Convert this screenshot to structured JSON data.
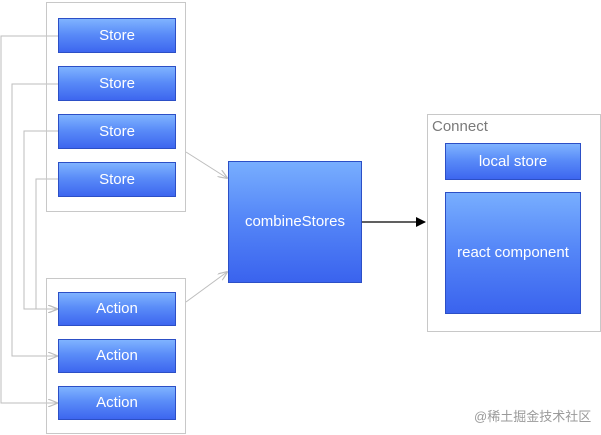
{
  "diagram": {
    "stores": [
      "Store",
      "Store",
      "Store",
      "Store"
    ],
    "actions": [
      "Action",
      "Action",
      "Action"
    ],
    "combine": "combineStores",
    "connect": {
      "title": "Connect",
      "local_store": "local store",
      "component": "react component"
    }
  },
  "watermark": "@稀土掘金技术社区",
  "colors": {
    "box_fill_top": "#7fb3ff",
    "box_fill_bottom": "#3d66ef",
    "box_border": "#2c4fc6",
    "frame_border": "#c8c8c8",
    "connector": "#bdbdbd",
    "arrow": "#000000"
  }
}
